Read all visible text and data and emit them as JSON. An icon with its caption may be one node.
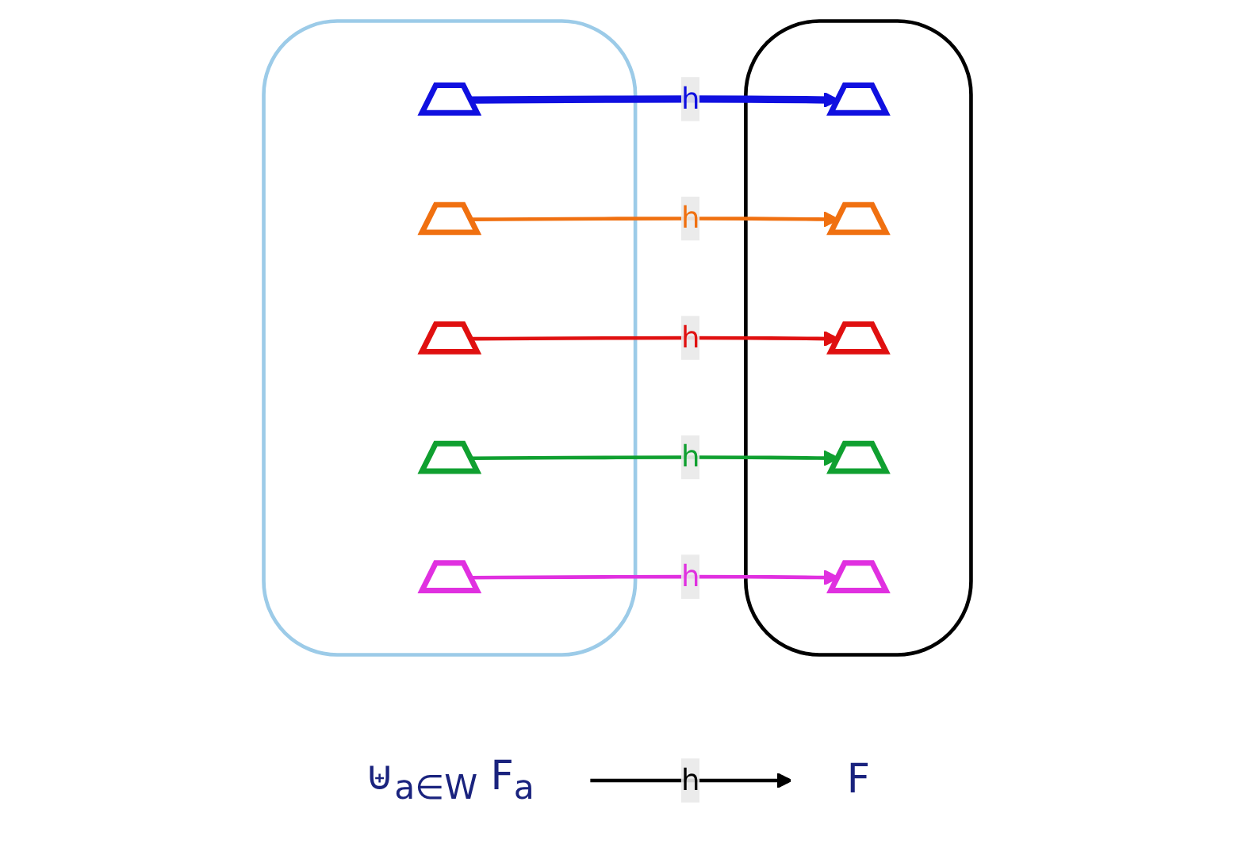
{
  "diagram": {
    "nodes": [
      {
        "text": [],
        "shape": "blob"
      },
      {
        "text": [],
        "shape": "cone",
        "in": 0
      },
      {
        "text": [],
        "shape": "cone",
        "in": 0
      },
      {
        "text": [],
        "shape": "cone",
        "in": 0
      },
      {
        "text": [],
        "shape": "cone",
        "in": 0
      },
      {
        "text": [],
        "shape": "cone",
        "in": 0
      },
      {
        "text": [],
        "shape": "blob"
      },
      {
        "text": [],
        "shape": "cone",
        "in": 6
      },
      {
        "text": [],
        "shape": "cone",
        "in": 6
      },
      {
        "text": [],
        "shape": "cone",
        "in": 6
      },
      {
        "text": [],
        "shape": "cone",
        "in": 6
      },
      {
        "text": [],
        "shape": "cone",
        "in": 6
      },
      {
        "text": [
          "⊎$_{a∈W}$ F$_{a}$"
        ]
      },
      {
        "text": [
          "F"
        ]
      }
    ],
    "edges": [
      {
        "from": 1,
        "to": 7,
        "arrow": "to",
        "label": "h",
        "style": "thick",
        "color": "#1010e0"
      },
      {
        "from": 2,
        "to": 8,
        "arrow": "to",
        "label": "h",
        "color": "#f07010"
      },
      {
        "from": 3,
        "to": 9,
        "arrow": "to",
        "label": "h",
        "color": "#e01010"
      },
      {
        "from": 4,
        "to": 10,
        "arrow": "to",
        "label": "h",
        "color": "#10a030"
      },
      {
        "from": 5,
        "to": 11,
        "arrow": "to",
        "label": "h",
        "color": "#e030e0"
      },
      {
        "from": 12,
        "to": 13,
        "arrow": "to",
        "label": "h",
        "color": "#000000"
      }
    ]
  }
}
